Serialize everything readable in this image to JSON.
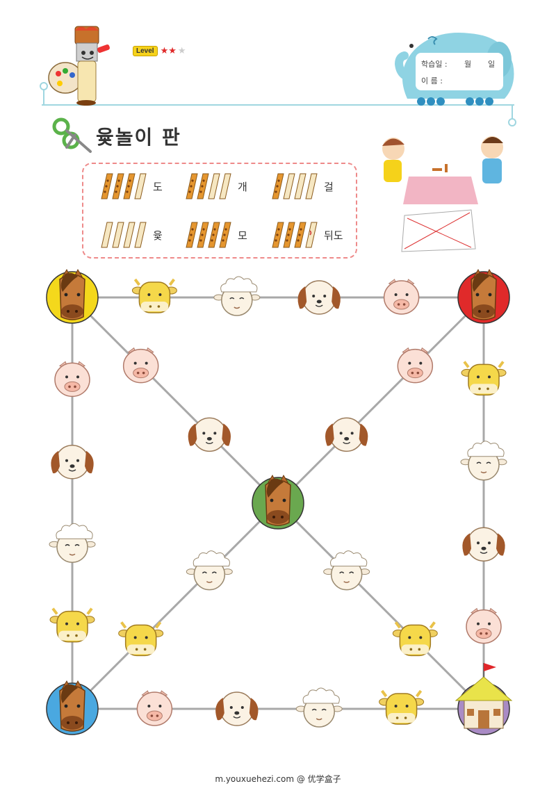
{
  "level": {
    "label": "Level",
    "stars": "★★",
    "empty_star": "★"
  },
  "info": {
    "date_label": "학습일 :",
    "month_label": "월",
    "day_label": "일",
    "name_label": "이  름 :"
  },
  "title": "윷놀이 판",
  "legend": [
    {
      "name": "도",
      "flat": 1
    },
    {
      "name": "개",
      "flat": 2
    },
    {
      "name": "걸",
      "flat": 3
    },
    {
      "name": "윷",
      "flat": 4
    },
    {
      "name": "모",
      "flat": 0
    },
    {
      "name": "뒤도",
      "flat": 1
    }
  ],
  "board": {
    "corners": [
      {
        "id": "top-left",
        "animal": "horse",
        "color": "#f4d81c"
      },
      {
        "id": "top-right",
        "animal": "horse",
        "color": "#e02a2a"
      },
      {
        "id": "center",
        "animal": "horse",
        "color": "#6aa84f"
      },
      {
        "id": "bottom-left",
        "animal": "horse",
        "color": "#4aa8e0"
      },
      {
        "id": "bottom-right",
        "animal": "house",
        "color": "#a98bc5"
      }
    ],
    "top_row": [
      "cow",
      "sheep",
      "dog",
      "pig"
    ],
    "left_col": [
      "pig",
      "dog",
      "sheep",
      "cow"
    ],
    "right_col": [
      "cow",
      "sheep",
      "dog",
      "pig"
    ],
    "bottom_row": [
      "pig",
      "dog",
      "sheep",
      "cow"
    ],
    "diag_tl": [
      "pig",
      "dog"
    ],
    "diag_tr": [
      "pig",
      "dog"
    ],
    "diag_bl": [
      "sheep",
      "cow"
    ],
    "diag_br": [
      "sheep",
      "cow"
    ]
  },
  "footer": "m.youxuehezi.com @ 优学盒子"
}
